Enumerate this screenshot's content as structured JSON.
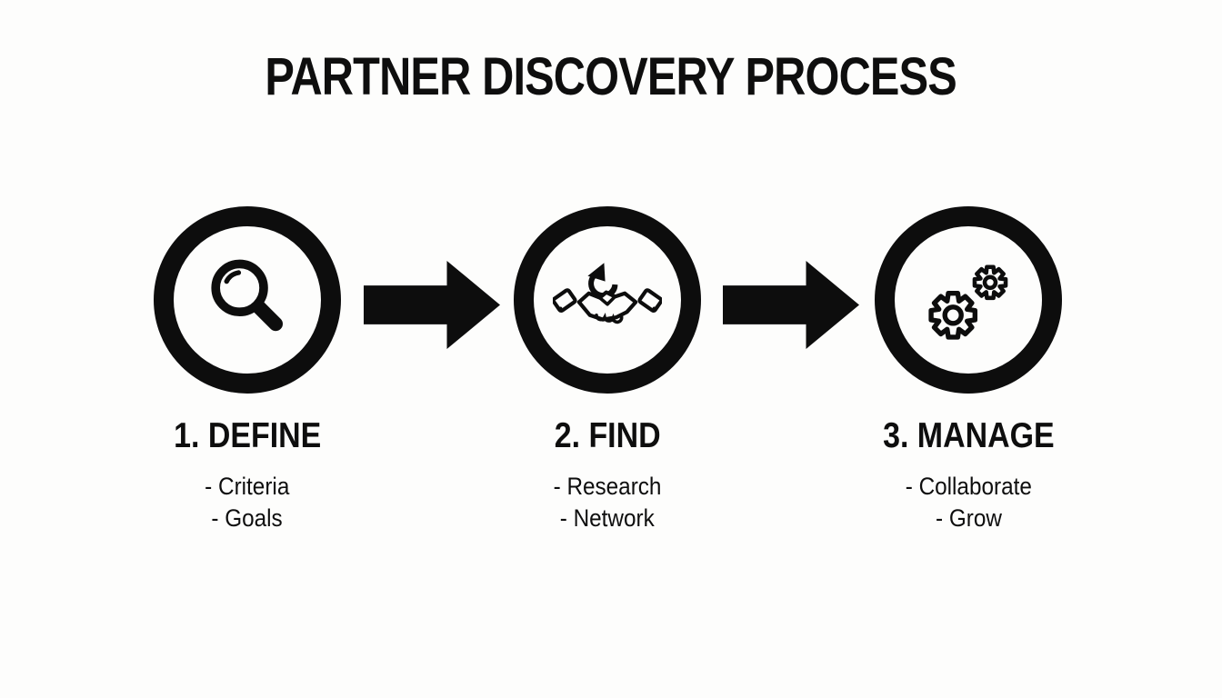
{
  "title": "PARTNER DISCOVERY PROCESS",
  "colors": {
    "background": "#fdfdfc",
    "ink": "#0d0d0d"
  },
  "diagram_type": "3-step horizontal process flow",
  "steps": [
    {
      "label": "1. DEFINE",
      "icon": "magnifier-icon",
      "bullets": [
        "- Criteria",
        "- Goals"
      ]
    },
    {
      "label": "2. FIND",
      "icon": "handshake-loop-arrow-icon",
      "bullets": [
        "- Research",
        "- Network"
      ]
    },
    {
      "label": "3. MANAGE",
      "icon": "gears-icon",
      "bullets": [
        "- Collaborate",
        "- Grow"
      ]
    }
  ],
  "connectors": [
    {
      "type": "solid-right-arrow"
    },
    {
      "type": "solid-right-arrow"
    }
  ]
}
